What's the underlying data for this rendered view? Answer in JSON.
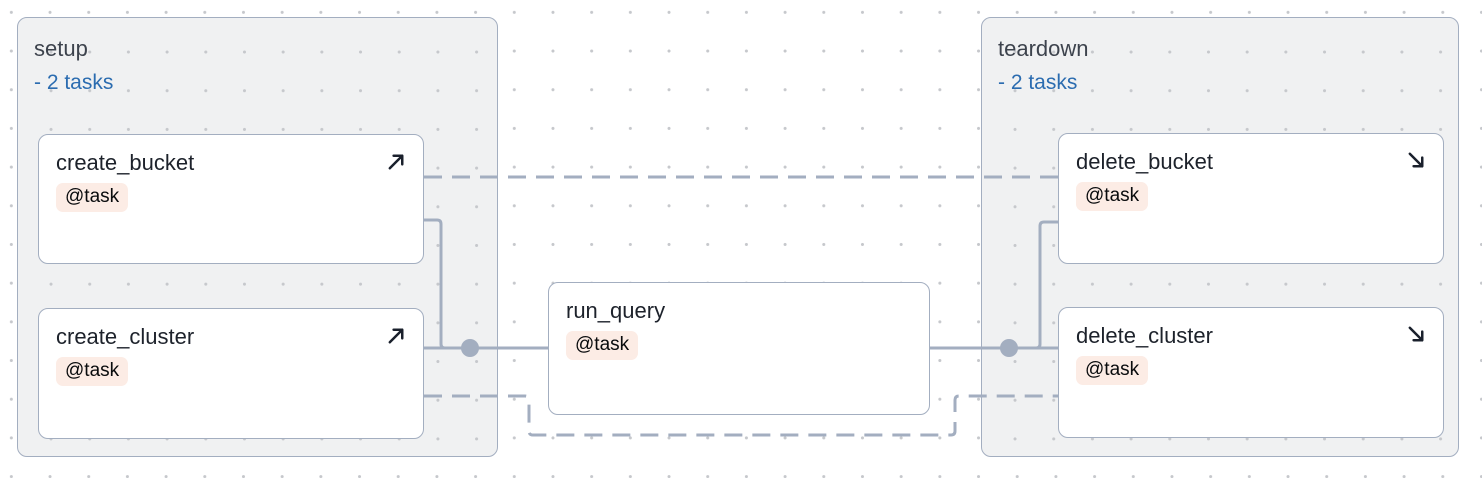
{
  "groups": {
    "setup": {
      "title": "setup",
      "toggle_label": "- 2 tasks"
    },
    "teardown": {
      "title": "teardown",
      "toggle_label": "- 2 tasks"
    }
  },
  "nodes": {
    "create_bucket": {
      "label": "create_bucket",
      "badge": "@task",
      "icon": "arrow-up-right-icon"
    },
    "create_cluster": {
      "label": "create_cluster",
      "badge": "@task",
      "icon": "arrow-up-right-icon"
    },
    "run_query": {
      "label": "run_query",
      "badge": "@task",
      "icon": null
    },
    "delete_bucket": {
      "label": "delete_bucket",
      "badge": "@task",
      "icon": "arrow-down-right-icon"
    },
    "delete_cluster": {
      "label": "delete_cluster",
      "badge": "@task",
      "icon": "arrow-down-right-icon"
    }
  },
  "edges": {
    "solid": [
      {
        "from": "create_bucket",
        "to": "run_query"
      },
      {
        "from": "create_cluster",
        "to": "run_query"
      },
      {
        "from": "run_query",
        "to": "delete_bucket"
      },
      {
        "from": "run_query",
        "to": "delete_cluster"
      }
    ],
    "dashed": [
      {
        "from": "create_bucket",
        "to": "delete_bucket"
      },
      {
        "from": "create_cluster",
        "to": "delete_cluster"
      }
    ]
  },
  "colors": {
    "edge": "#a3aec0",
    "node_border": "#a3aec0",
    "group_border": "#a3aec0",
    "group_bg": "#f0f1f2",
    "node_bg": "#ffffff",
    "canvas_bg": "#ffffff",
    "dot": "#c6c8cc",
    "title_text": "#1d222b",
    "group_title_text": "#3d434d",
    "link_blue": "#2b6cb0",
    "badge_bg": "#fcece5",
    "badge_text": "#090b0d",
    "arrow_icon": "#1a202c"
  }
}
